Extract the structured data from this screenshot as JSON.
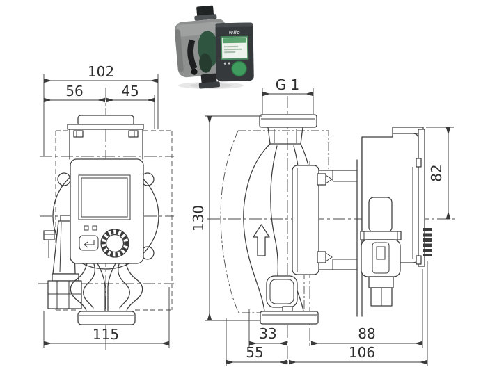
{
  "dimensions": {
    "front_view": {
      "overall_width": "102",
      "width_left_of_axis": "56",
      "width_right_of_axis": "45",
      "flange_width": "115"
    },
    "side_view": {
      "pipe_connection": "G 1",
      "overall_height": "130",
      "module_height": "82",
      "axis_to_foot_front": "33",
      "axis_to_body_front": "55",
      "axis_to_module_rear": "88",
      "overall_depth": "106"
    }
  },
  "photo": {
    "brand_label": "wilo"
  },
  "colors": {
    "line": "#3c3c3c",
    "background": "#ffffff",
    "photo_body_gray": "#8d908f",
    "photo_module_dark": "#35393b",
    "photo_accent_green": "#3f9c5e",
    "photo_display_green": "#5aa26d"
  }
}
